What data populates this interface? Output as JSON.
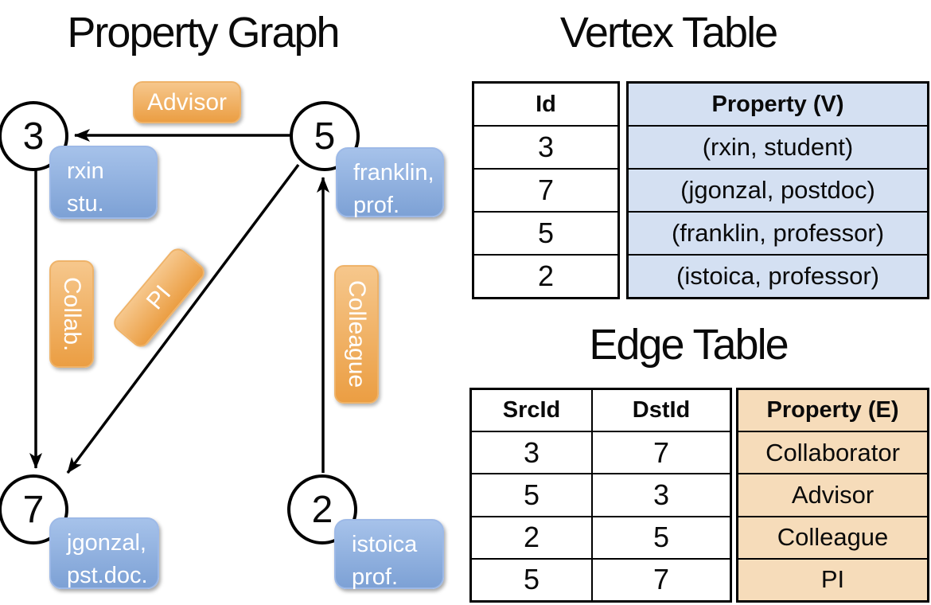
{
  "graph": {
    "title": "Property Graph",
    "nodes": [
      {
        "id": "3",
        "line1": "rxin",
        "line2": "stu."
      },
      {
        "id": "5",
        "line1": "franklin,",
        "line2": "prof."
      },
      {
        "id": "7",
        "line1": "jgonzal,",
        "line2": "pst.doc."
      },
      {
        "id": "2",
        "line1": "istoica",
        "line2": "prof."
      }
    ],
    "edge_labels": {
      "advisor": "Advisor",
      "collab": "Collab.",
      "pi": "PI",
      "colleague": "Colleague"
    }
  },
  "vertex_table": {
    "title": "Vertex Table",
    "headers": {
      "id": "Id",
      "property": "Property (V)"
    },
    "rows": [
      {
        "id": "3",
        "property": "(rxin, student)"
      },
      {
        "id": "7",
        "property": "(jgonzal, postdoc)"
      },
      {
        "id": "5",
        "property": "(franklin, professor)"
      },
      {
        "id": "2",
        "property": "(istoica, professor)"
      }
    ]
  },
  "edge_table": {
    "title": "Edge Table",
    "headers": {
      "src": "SrcId",
      "dst": "DstId",
      "property": "Property (E)"
    },
    "rows": [
      {
        "src": "3",
        "dst": "7",
        "property": "Collaborator"
      },
      {
        "src": "5",
        "dst": "3",
        "property": "Advisor"
      },
      {
        "src": "2",
        "dst": "5",
        "property": "Colleague"
      },
      {
        "src": "5",
        "dst": "7",
        "property": "PI"
      }
    ]
  },
  "colors": {
    "edge_label_orange_top": "#f6c78c",
    "edge_label_orange_bottom": "#eb9e43",
    "vertex_label_blue_top": "#a6c2ea",
    "vertex_label_blue_bottom": "#7da1d5",
    "vertex_property_cell": "#d4e0f2",
    "edge_property_cell": "#f6dcba",
    "line": "#000000",
    "label_text": "#ffffff"
  }
}
